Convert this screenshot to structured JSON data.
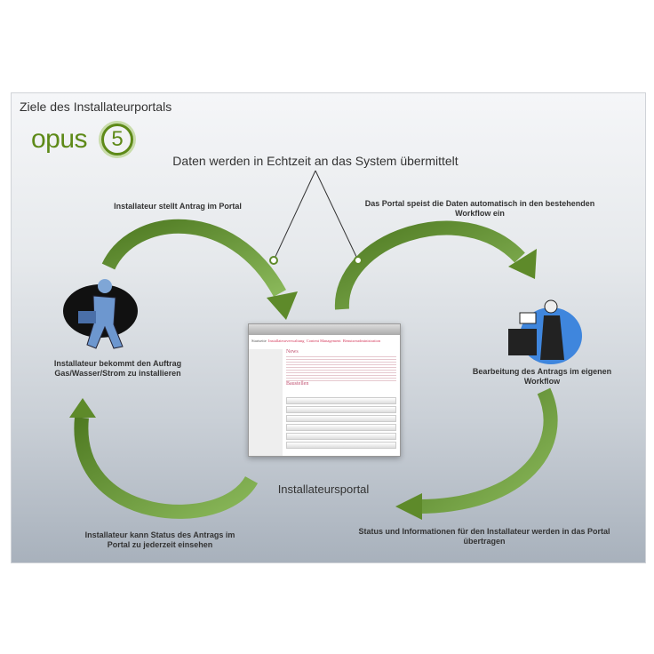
{
  "title": "Ziele des Installateurportals",
  "logo": {
    "text": "opus",
    "number": "5"
  },
  "center_caption": "Daten werden in Echtzeit  an das System übermittelt",
  "labels": {
    "top_left": "Installateur stellt Antrag im Portal",
    "top_right": "Das Portal speist die Daten automatisch in den bestehenden Workflow ein",
    "left": "Installateur bekommt den Auftrag Gas/Wasser/Strom zu installieren",
    "right": "Bearbeitung des Antrags im eigenen Workflow",
    "bottom_left": "Installateur kann Status des Antrags  im Portal zu jederzeit einsehen",
    "bottom_right": "Status und Informationen für den Installateur werden in das Portal übertragen"
  },
  "portal": {
    "caption": "Installateursportal",
    "nav": [
      "Startseite",
      "Installateurverwaltung",
      "Content Management",
      "Benutzeradministration"
    ],
    "news": "News",
    "baustellen": "Baustellen"
  },
  "colors": {
    "arrow": "#5e8a2a",
    "logo": "#5e8a18"
  }
}
